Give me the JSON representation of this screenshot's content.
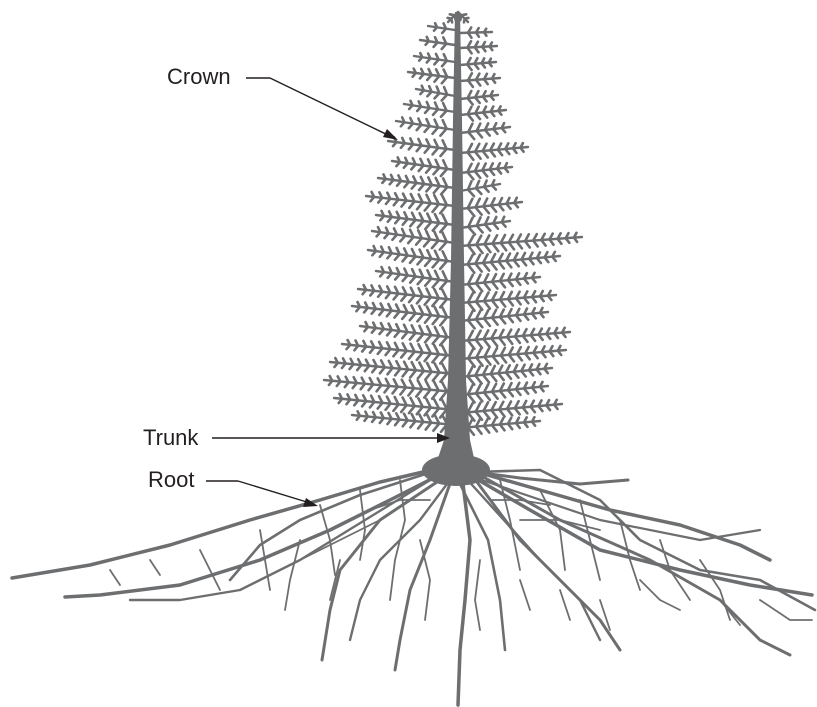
{
  "colors": {
    "tree": "#6d6e70",
    "leader": "#231f20",
    "text": "#231f20",
    "background": "#ffffff"
  },
  "labels": {
    "crown": "Crown",
    "trunk": "Trunk",
    "root": "Root"
  }
}
